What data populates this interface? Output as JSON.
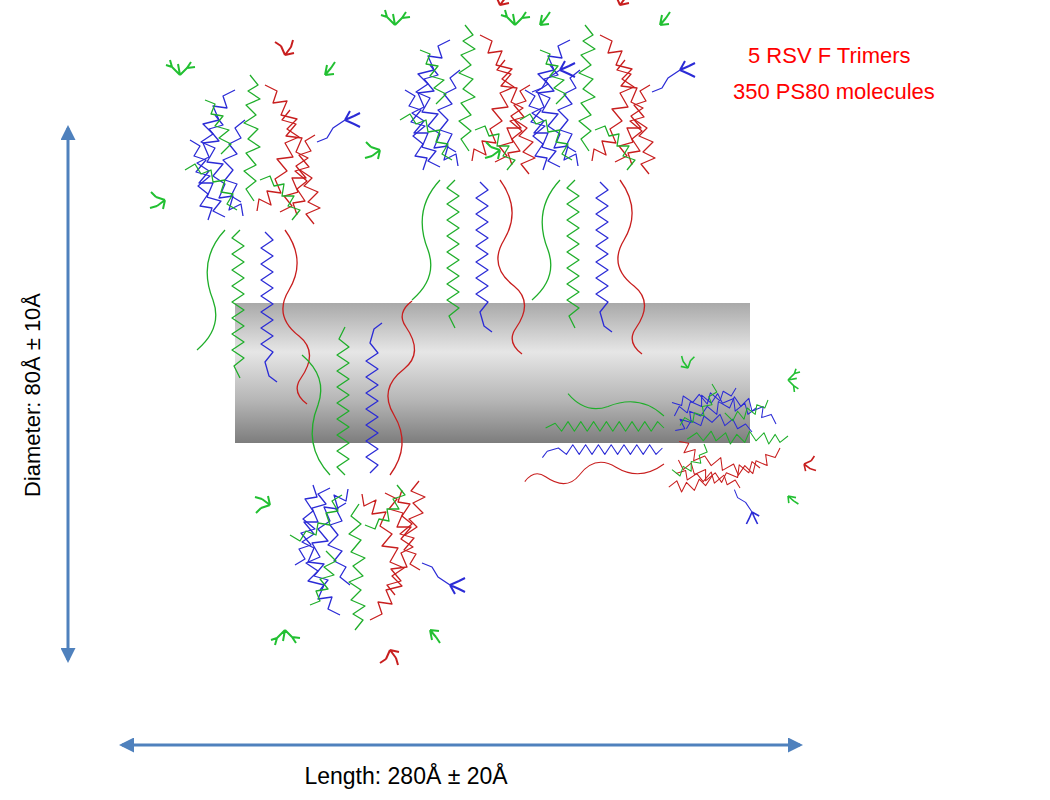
{
  "diagram": {
    "labels": [
      "5 RSV F Trimers",
      "350 PS80 molecules",
      "Diameter: 80Å ± 10Å",
      "Length: 280Å ± 20Å"
    ]
  }
}
